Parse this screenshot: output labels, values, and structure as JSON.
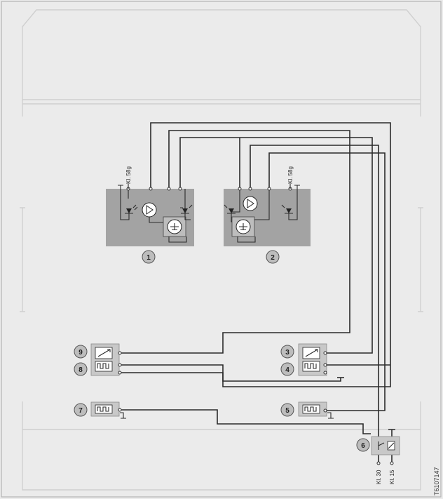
{
  "terminals": {
    "left_panel": "Kl. 58g",
    "right_panel": "Kl. 58g",
    "relay_left": "Kl. 30",
    "relay_right": "Kl. 15"
  },
  "callouts": [
    "1",
    "2",
    "3",
    "4",
    "5",
    "6",
    "7",
    "8",
    "9"
  ],
  "reference": "T6107147"
}
